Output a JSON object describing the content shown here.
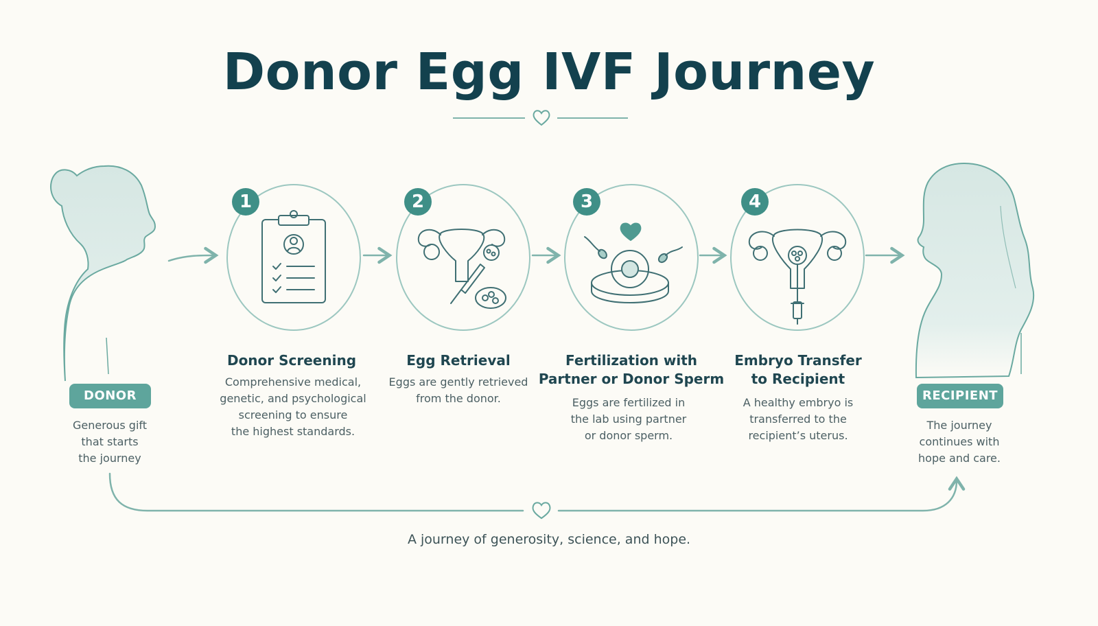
{
  "title": "Donor Egg IVF Journey",
  "donor": {
    "label": "DONOR",
    "description": "Generous gift\nthat starts\nthe journey"
  },
  "recipient": {
    "label": "RECIPIENT",
    "description": "The journey\ncontinues with\nhope and care."
  },
  "steps": [
    {
      "number": "1",
      "title": "Donor Screening",
      "description": "Comprehensive medical,\ngenetic, and psychological\nscreening to ensure\nthe highest standards.",
      "icon": "clipboard-checklist-icon"
    },
    {
      "number": "2",
      "title": "Egg Retrieval",
      "description": "Eggs are gently retrieved\nfrom the donor.",
      "icon": "uterus-retrieval-needle-icon"
    },
    {
      "number": "3",
      "title": "Fertilization with\nPartner or Donor Sperm",
      "description": "Eggs are fertilized in\nthe lab using partner\nor donor sperm.",
      "icon": "petri-dish-egg-sperm-icon"
    },
    {
      "number": "4",
      "title": "Embryo Transfer\nto Recipient",
      "description": "A healthy embryo is\ntransferred to the\nrecipient’s uterus.",
      "icon": "uterus-embryo-transfer-icon"
    }
  ],
  "footer": "A journey of generosity, science, and hope.",
  "colors": {
    "background": "#fcfbf6",
    "title": "#13414e",
    "accent": "#3f8f87",
    "silhouette": "#dbe9e6",
    "line": "#8fbdb6"
  }
}
